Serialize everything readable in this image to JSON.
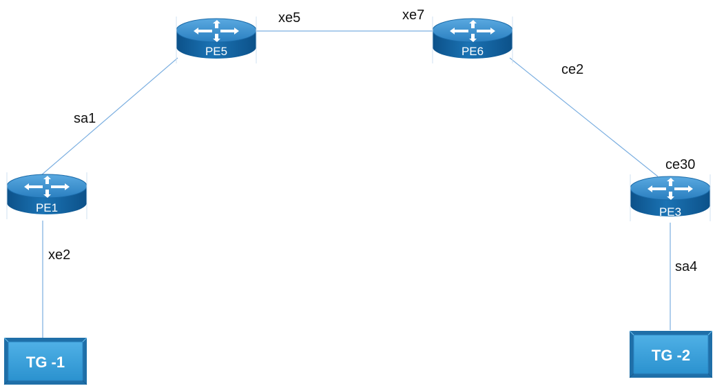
{
  "routers": [
    {
      "id": "pe5",
      "label": "PE5"
    },
    {
      "id": "pe6",
      "label": "PE6"
    },
    {
      "id": "pe1",
      "label": "PE1"
    },
    {
      "id": "pe3",
      "label": "PE3"
    }
  ],
  "traffic_generators": [
    {
      "id": "tg1",
      "label": "TG -1"
    },
    {
      "id": "tg2",
      "label": "TG -2"
    }
  ],
  "port_labels": [
    {
      "id": "xe5",
      "text": "xe5"
    },
    {
      "id": "xe7",
      "text": "xe7"
    },
    {
      "id": "ce2",
      "text": "ce2"
    },
    {
      "id": "sa1",
      "text": "sa1"
    },
    {
      "id": "ce30",
      "text": "ce30"
    },
    {
      "id": "xe2",
      "text": "xe2"
    },
    {
      "id": "sa4",
      "text": "sa4"
    }
  ],
  "colors": {
    "router_top": "#2f86c6",
    "router_side": "#0f5e9a",
    "link": "#7aaee0",
    "tg_fill": "#3a9fd8",
    "tg_border": "#1f6fa8"
  }
}
